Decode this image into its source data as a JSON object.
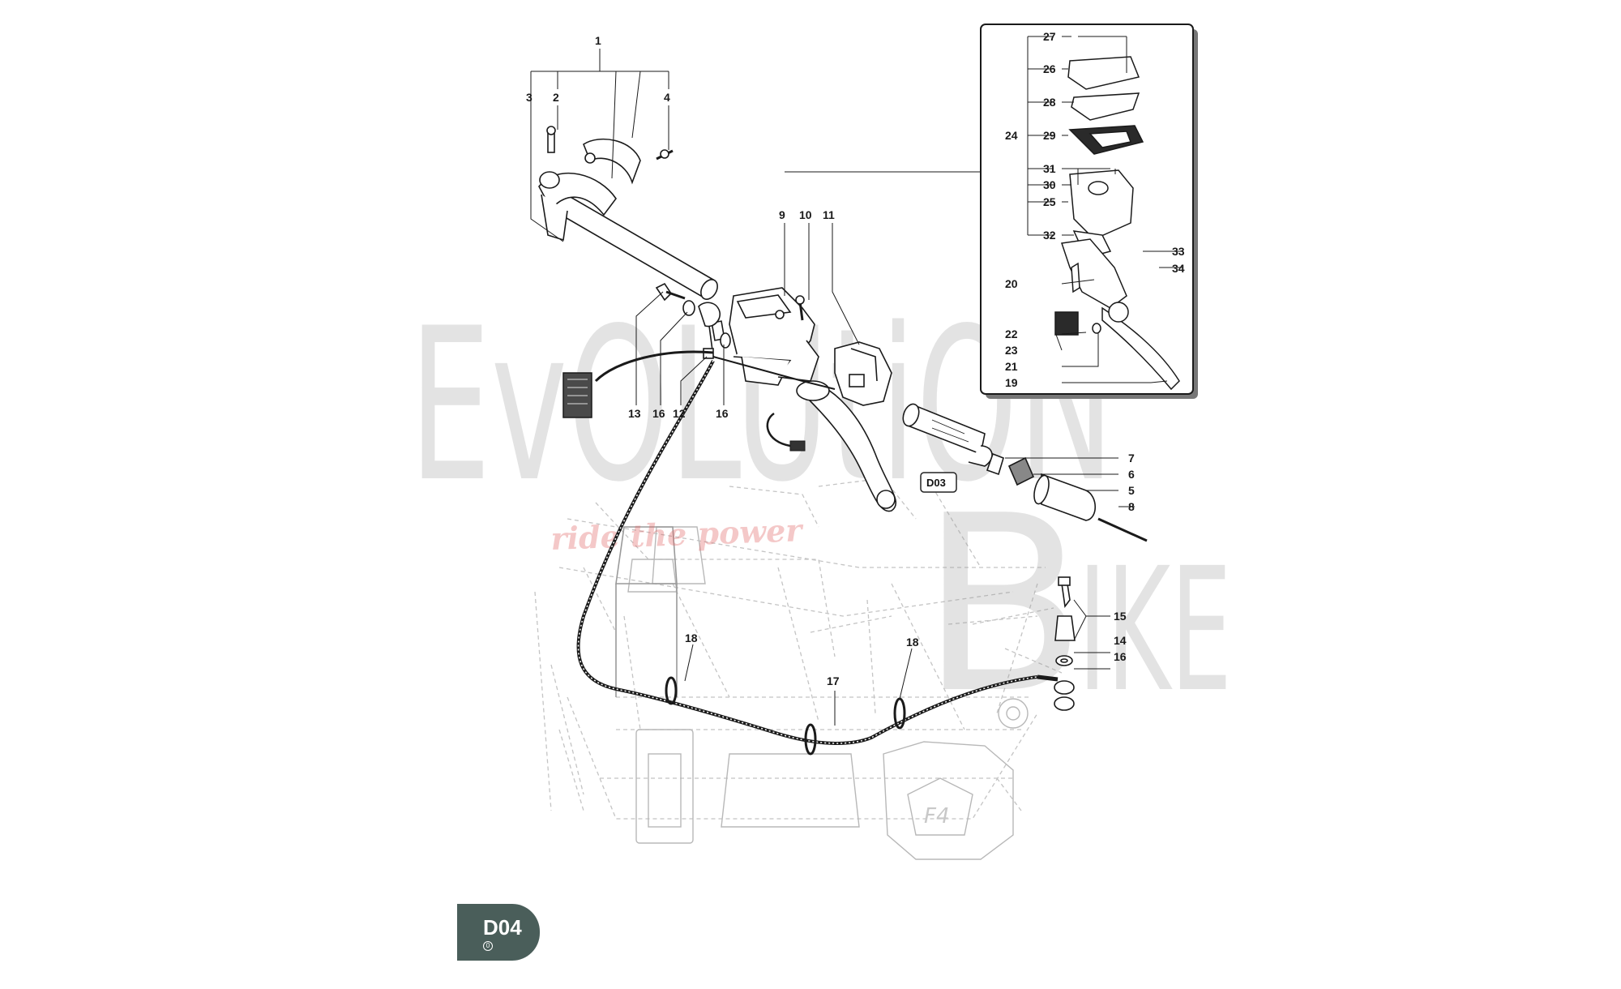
{
  "page": {
    "code": "D04",
    "revision": "0",
    "reference_tag": "D03"
  },
  "watermark": {
    "title": "EvOLUtiON",
    "subtitle": "ride the power",
    "suffix_letter": "B",
    "suffix": "IKE"
  },
  "callouts": {
    "n1": "1",
    "n2": "2",
    "n3": "3",
    "n4": "4",
    "n5": "5",
    "n6": "6",
    "n7": "7",
    "n8": "8",
    "n9": "9",
    "n10": "10",
    "n11": "11",
    "n12": "12",
    "n13": "13",
    "n14": "14",
    "n15": "15",
    "n16a": "16",
    "n16b": "16",
    "n16c": "16",
    "n17": "17",
    "n18a": "18",
    "n18b": "18",
    "n19": "19",
    "n20": "20",
    "n21": "21",
    "n22": "22",
    "n23": "23",
    "n24": "24",
    "n25": "25",
    "n26": "26",
    "n27": "27",
    "n28": "28",
    "n29": "29",
    "n30": "30",
    "n31": "31",
    "n32": "32",
    "n33": "33",
    "n34": "34"
  },
  "colors": {
    "badge": "#4a5e5a",
    "linework": "#1a1a1a",
    "ghost": "#bdbdbd",
    "watermark_accent": "#e06060"
  }
}
